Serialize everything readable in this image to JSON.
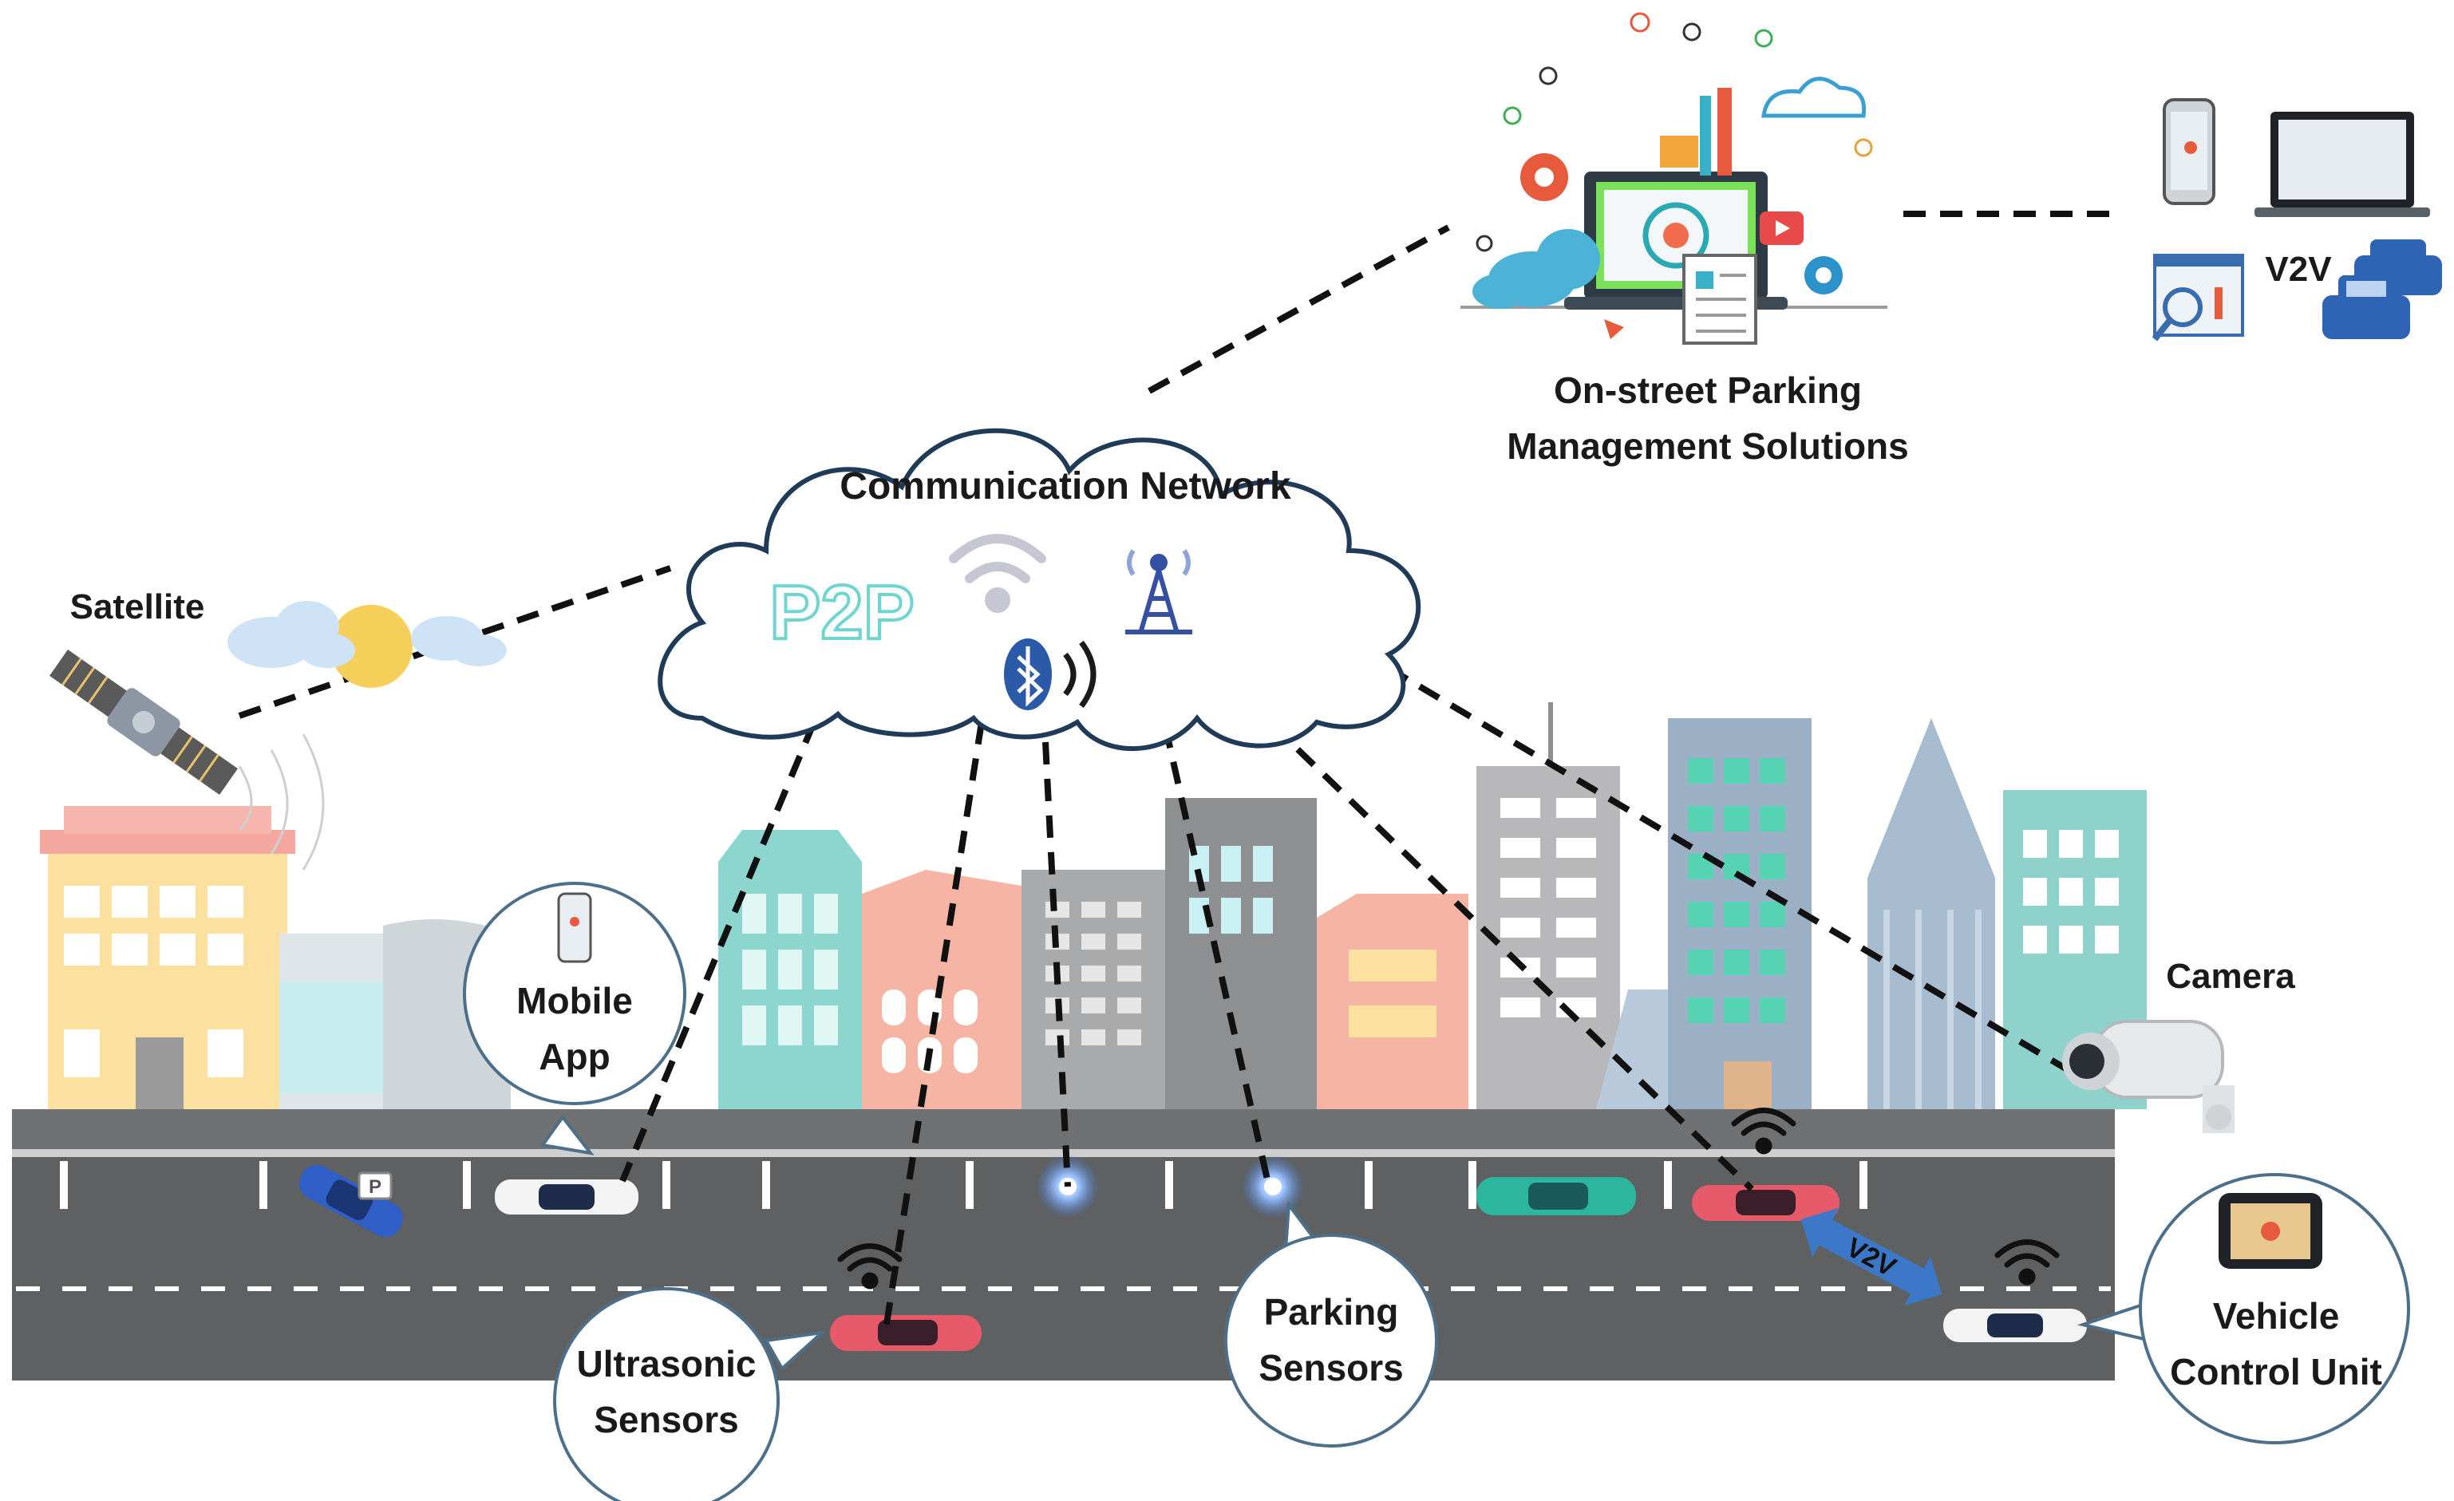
{
  "labels": {
    "cloud": "Communication Network",
    "satellite": "Satellite",
    "parking_solutions_line1": "On-street Parking",
    "parking_solutions_line2": "Management Solutions",
    "v2v_top": "V2V",
    "mobile_line1": "Mobile",
    "mobile_line2": "App",
    "ultrasonic_line1": "Ultrasonic",
    "ultrasonic_line2": "Sensors",
    "parking_sensors_line1": "Parking",
    "parking_sensors_line2": "Sensors",
    "camera": "Camera",
    "vcu_line1": "Vehicle",
    "vcu_line2": "Control Unit",
    "v2v_road": "V2V",
    "p2p": "P2P"
  },
  "icons": [
    "satellite-icon",
    "sun-icon",
    "cloud-icon",
    "wifi-icon",
    "bluetooth-icon",
    "cell-tower-icon",
    "smartphone-icon",
    "laptop-icon",
    "analytics-icon",
    "car-icon",
    "camera-icon",
    "tablet-icon",
    "gear-icon",
    "parking-sensor-icon"
  ],
  "colors": {
    "road": "#5f6062",
    "road_dark": "#3f4042",
    "cloud_stroke": "#1f3b57",
    "bubble_stroke": "#4d6f8a",
    "sensor_glow": "#3b7ad9",
    "v2v_arrow": "#3d78c8",
    "p2p": "#6fd6cf"
  }
}
